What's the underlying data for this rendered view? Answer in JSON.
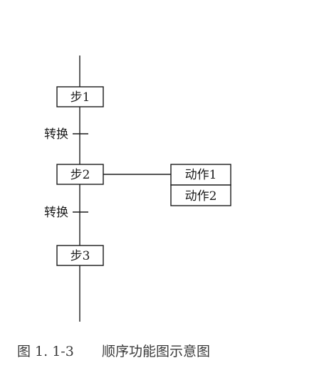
{
  "steps": [
    {
      "label": "步1"
    },
    {
      "label": "步2"
    },
    {
      "label": "步3"
    }
  ],
  "transitions": [
    {
      "label": "转换"
    },
    {
      "label": "转换"
    }
  ],
  "actions": [
    {
      "label": "动作1"
    },
    {
      "label": "动作2"
    }
  ],
  "caption": {
    "figure_no": "图 1. 1-3",
    "title": "顺序功能图示意图"
  }
}
